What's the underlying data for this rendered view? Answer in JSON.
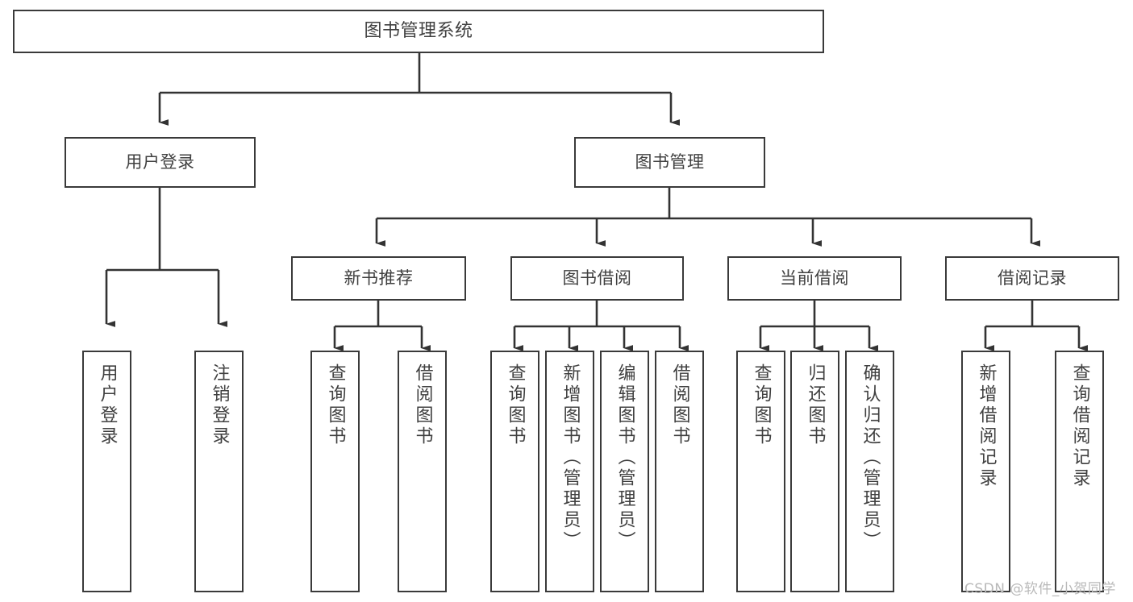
{
  "diagram": {
    "title": "图书管理系统",
    "type": "function-structure-tree",
    "stroke_color": "#3a3a3a",
    "text_color": "#404040",
    "background": "#ffffff"
  },
  "nodes": {
    "root": {
      "label": "图书管理系统"
    },
    "level1": [
      {
        "id": "user-login",
        "label": "用户登录"
      },
      {
        "id": "book-manage",
        "label": "图书管理"
      }
    ],
    "level2": [
      {
        "id": "new-book-recommend",
        "label": "新书推荐"
      },
      {
        "id": "book-borrow",
        "label": "图书借阅"
      },
      {
        "id": "current-borrow",
        "label": "当前借阅"
      },
      {
        "id": "borrow-record",
        "label": "借阅记录"
      }
    ],
    "leaves": {
      "user_login": [
        {
          "id": "leaf-user-login",
          "label": "用户登录"
        },
        {
          "id": "leaf-logout-login",
          "label": "注销登录"
        }
      ],
      "new_book_recommend": [
        {
          "id": "leaf-query-book-1",
          "label": "查询图书"
        },
        {
          "id": "leaf-borrow-book-1",
          "label": "借阅图书"
        }
      ],
      "book_borrow": [
        {
          "id": "leaf-query-book-2",
          "label": "查询图书"
        },
        {
          "id": "leaf-add-book",
          "label": "新增图书（管理员）"
        },
        {
          "id": "leaf-edit-book",
          "label": "编辑图书（管理员）"
        },
        {
          "id": "leaf-borrow-book-2",
          "label": "借阅图书"
        }
      ],
      "current_borrow": [
        {
          "id": "leaf-query-book-3",
          "label": "查询图书"
        },
        {
          "id": "leaf-return-book",
          "label": "归还图书"
        },
        {
          "id": "leaf-confirm-return",
          "label": "确认归还（管理员）"
        }
      ],
      "borrow_record": [
        {
          "id": "leaf-add-record",
          "label": "新增借阅记录"
        },
        {
          "id": "leaf-query-record",
          "label": "查询借阅记录"
        }
      ]
    }
  },
  "watermark": {
    "text": "CSDN @软件_小贺同学"
  }
}
